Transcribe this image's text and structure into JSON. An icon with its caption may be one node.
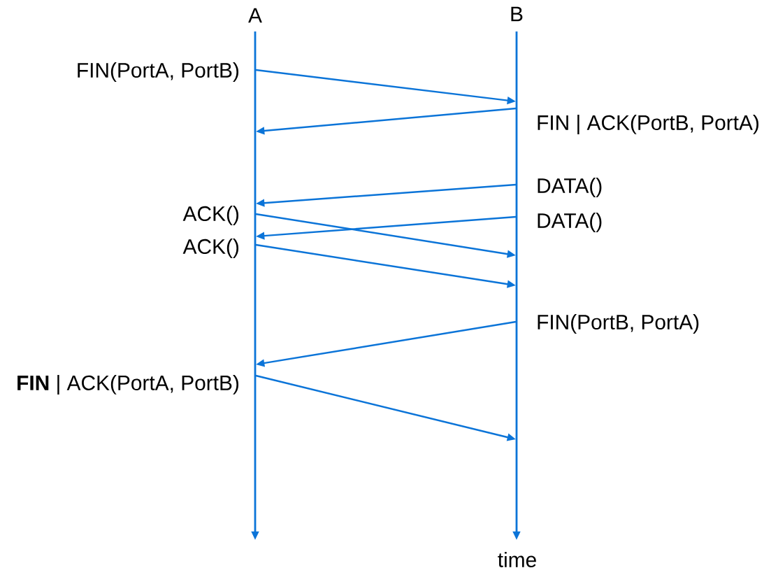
{
  "diagram": {
    "nodes": [
      {
        "text": [
          "A"
        ]
      },
      {
        "text": [
          "B"
        ]
      }
    ],
    "edges": [
      {
        "from": 0,
        "to": 1,
        "arrow": "to",
        "label": "FIN(PortA, PortB)"
      },
      {
        "from": 1,
        "to": 0,
        "arrow": "to",
        "label": "FIN | ACK(PortB, PortA)"
      },
      {
        "from": 1,
        "to": 0,
        "arrow": "to",
        "label": "DATA()"
      },
      {
        "from": 0,
        "to": 1,
        "arrow": "to",
        "label": "ACK()"
      },
      {
        "from": 1,
        "to": 0,
        "arrow": "to",
        "label": "DATA()"
      },
      {
        "from": 0,
        "to": 1,
        "arrow": "to",
        "label": "ACK()"
      },
      {
        "from": 1,
        "to": 0,
        "arrow": "to",
        "label": "FIN(PortB, PortA)"
      },
      {
        "from": 0,
        "to": 1,
        "arrow": "to",
        "label": "**FIN** | ACK(PortA, PortB)"
      }
    ],
    "labels": [
      "time"
    ]
  }
}
